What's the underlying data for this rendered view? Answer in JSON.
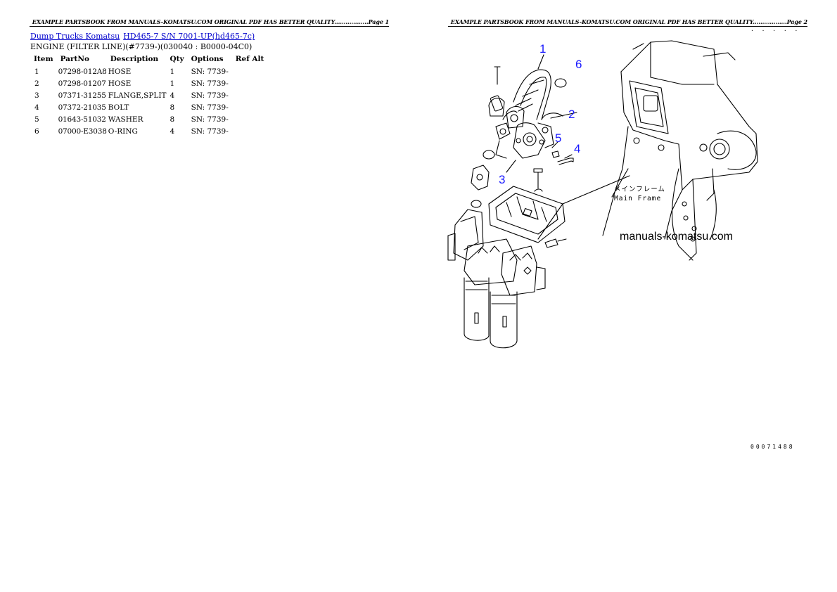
{
  "page1": {
    "header": "EXAMPLE PARTSBOOK FROM MANUALS-KOMATSU.COM ORIGINAL PDF HAS BETTER QUALITY..................Page 1",
    "breadcrumb": {
      "link1": "Dump Trucks Komatsu",
      "link2": "HD465-7 S/N 7001-UP(hd465-7c)"
    },
    "subtitle": "ENGINE (FILTER LINE)(#7739-)(030040 : B0000-04C0)",
    "table": {
      "headers": [
        "Item",
        "PartNo",
        "Description",
        "Qty",
        "Options",
        "Ref Alt"
      ],
      "rows": [
        {
          "item": "1",
          "partno": "07298-012A8",
          "description": "HOSE",
          "qty": "1",
          "options": "SN: 7739-",
          "ref": ""
        },
        {
          "item": "2",
          "partno": "07298-01207",
          "description": "HOSE",
          "qty": "1",
          "options": "SN: 7739-",
          "ref": ""
        },
        {
          "item": "3",
          "partno": "07371-31255",
          "description": "FLANGE,SPLIT",
          "qty": "4",
          "options": "SN: 7739-",
          "ref": ""
        },
        {
          "item": "4",
          "partno": "07372-21035",
          "description": "BOLT",
          "qty": "8",
          "options": "SN: 7739-",
          "ref": ""
        },
        {
          "item": "5",
          "partno": "01643-51032",
          "description": "WASHER",
          "qty": "8",
          "options": "SN: 7739-",
          "ref": ""
        },
        {
          "item": "6",
          "partno": "07000-E3038",
          "description": "O-RING",
          "qty": "4",
          "options": "SN: 7739-",
          "ref": ""
        }
      ]
    }
  },
  "page2": {
    "header": "EXAMPLE PARTSBOOK FROM MANUALS-KOMATSU.COM ORIGINAL PDF HAS BETTER QUALITY..................Page 2",
    "diagram": {
      "callouts": [
        "1",
        "6",
        "2",
        "5",
        "4",
        "3"
      ],
      "label_jp": "メインフレーム",
      "label_en": "Main Frame",
      "watermark": "manuals-komatsu.com",
      "figure_number": "00071488",
      "top_dots": "· · · · · · · ·"
    }
  }
}
